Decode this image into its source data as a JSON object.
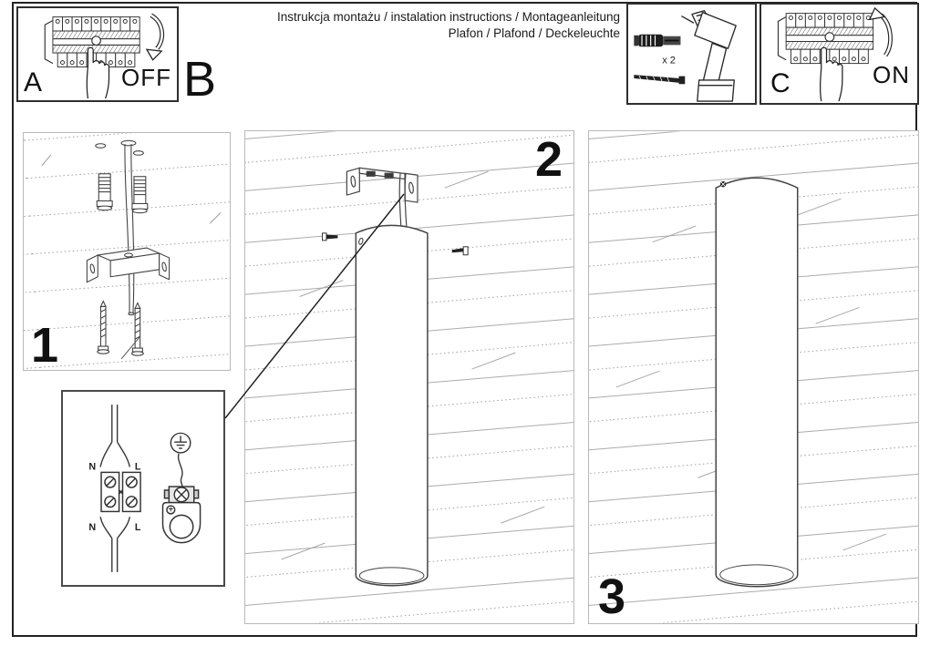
{
  "header": {
    "title_line1": "Instrukcja montażu / instalation instructions / Montageanleitung",
    "title_line2": "Plafon / Plafond / Deckeleuchte",
    "step_a": {
      "label": "A",
      "state": "OFF"
    },
    "step_b": {
      "label": "B"
    },
    "step_c": {
      "label": "C",
      "state": "ON"
    },
    "tools": {
      "anchor_quantity": "x 2"
    }
  },
  "steps": {
    "step1": {
      "number": "1"
    },
    "step2": {
      "number": "2"
    },
    "step3": {
      "number": "3"
    }
  },
  "wiring": {
    "top_neutral": "N",
    "top_live": "L",
    "bottom_neutral": "N",
    "bottom_live": "L"
  },
  "colors": {
    "ink": "#1a1a1a",
    "panel_border_dark": "#2e2e2e",
    "panel_border_light": "#b9b9b9",
    "wiring_border": "#4a4a4a",
    "plank_line": "#a5a5a5",
    "background": "#ffffff"
  }
}
